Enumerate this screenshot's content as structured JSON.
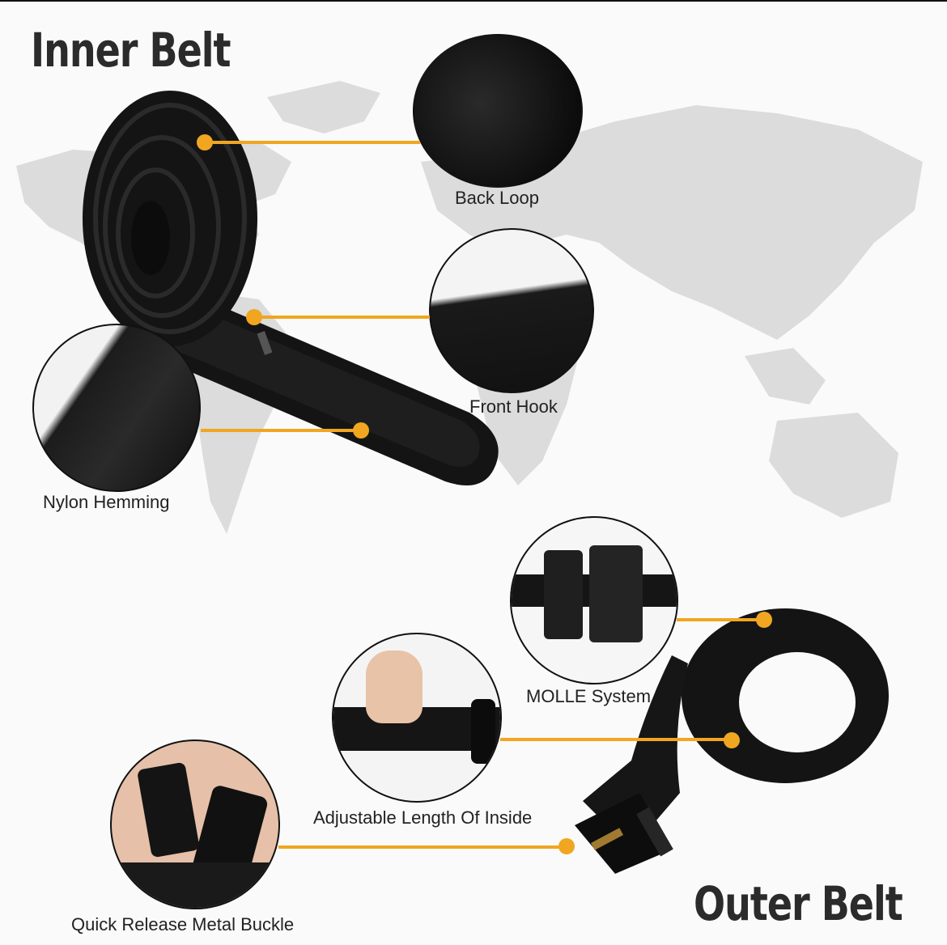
{
  "titles": {
    "inner": "Inner Belt",
    "outer": "Outer Belt"
  },
  "inner_features": [
    {
      "label": "Back Loop"
    },
    {
      "label": "Front Hook"
    },
    {
      "label": "Nylon Hemming"
    }
  ],
  "outer_features": [
    {
      "label": "MOLLE System"
    },
    {
      "label": "Adjustable Length Of Inside"
    },
    {
      "label": "Quick Release Metal Buckle"
    }
  ],
  "colors": {
    "accent": "#f0a620",
    "title": "#2b2b2b",
    "map": "#d9d9d9",
    "belt": "#141414"
  }
}
